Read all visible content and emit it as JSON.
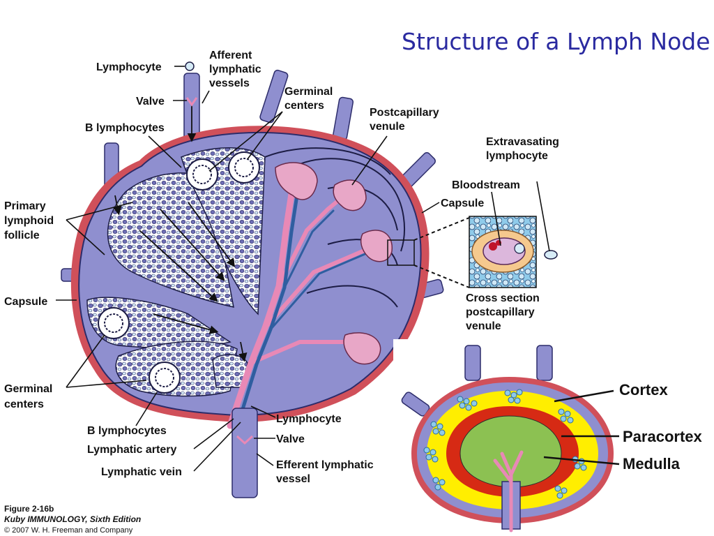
{
  "title": "Structure of a Lymph Node",
  "labels": {
    "lymphocyte_top": "Lymphocyte",
    "afferent": [
      "Afferent",
      "lymphatic",
      "vessels"
    ],
    "valve_top": "Valve",
    "germinal_top": [
      "Germinal",
      "centers"
    ],
    "postcapillary": [
      "Postcapillary",
      "venule"
    ],
    "b_lymphocytes_top": "B lymphocytes",
    "extravasating": [
      "Extravasating",
      "lymphocyte"
    ],
    "bloodstream": "Bloodstream",
    "capsule_right": "Capsule",
    "primary_follicle": [
      "Primary",
      "lymphoid",
      "follicle"
    ],
    "capsule_left": "Capsule",
    "cross_section": [
      "Cross section",
      "postcapillary",
      "venule"
    ],
    "germinal_bottom": [
      "Germinal",
      "centers"
    ],
    "b_lymphocytes_bottom": "B lymphocytes",
    "lymphatic_artery": "Lymphatic artery",
    "lymphatic_vein": "Lymphatic vein",
    "lymphocyte_bottom": "Lymphocyte",
    "valve_bottom": "Valve",
    "efferent": [
      "Efferent lymphatic",
      "vessel"
    ],
    "cortex": "Cortex",
    "paracortex": "Paracortex",
    "medulla": "Medulla"
  },
  "caption": {
    "figure": "Figure 2-16b",
    "book": "Kuby IMMUNOLOGY, Sixth Edition",
    "copyright": "© 2007 W. H. Freeman and Company"
  },
  "colors": {
    "node_fill": "#8f8fcf",
    "capsule": "#d0505a",
    "cortex": "#ffee00",
    "paracortex": "#d62a14",
    "medulla": "#8cc152",
    "artery": "#e889b6",
    "vein": "#2f5ea0"
  }
}
